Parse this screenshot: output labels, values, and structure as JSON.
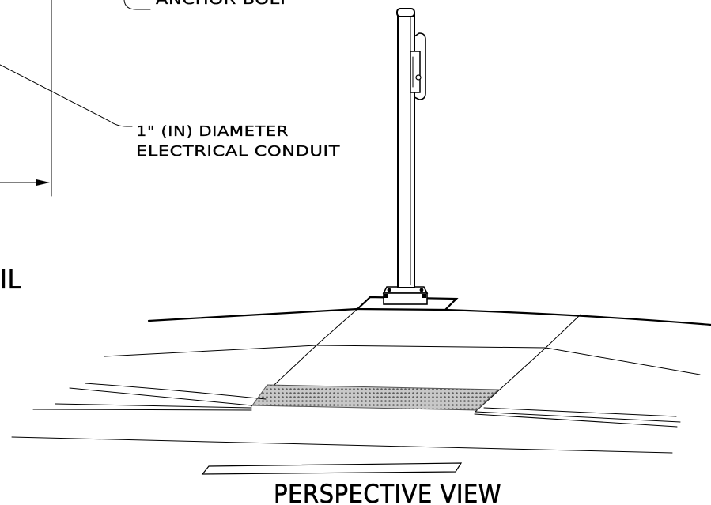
{
  "callouts": {
    "top_partial": "ANCHOR BOLT",
    "conduit_line1": "1\" (IN) DIAMETER",
    "conduit_line2": "ELECTRICAL CONDUIT"
  },
  "left_fragment": "IL",
  "view_title": "PERSPECTIVE VIEW"
}
